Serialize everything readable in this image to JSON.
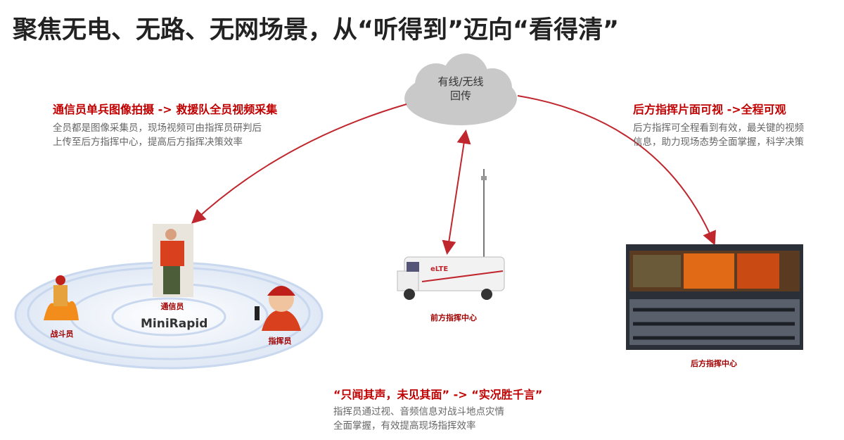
{
  "title": "聚焦无电、无路、无网场景，从“听得到”迈向“看得清”",
  "cloud": {
    "line1": "有线/无线",
    "line2": "回传"
  },
  "left_block": {
    "heading": "通信员单兵图像拍摄 -> 救援队全员视频采集",
    "desc": [
      "全员都是图像采集员，现场视频可由指挥员研判后",
      "上传至后方指挥中心，提高后方指挥决策效率"
    ]
  },
  "right_block": {
    "heading": "后方指挥片面可视 ->全程可观",
    "desc": [
      "后方指挥可全程看到有效，最关键的视频",
      "信息，助力现场态势全面掌握，科学决策"
    ]
  },
  "bottom_block": {
    "heading": "“只闻其声，未见其面” -> “实况胜千言”",
    "desc": [
      "指挥员通过视、音频信息对战斗地点灾情",
      "全面掌握，有效提高现场指挥效率"
    ]
  },
  "labels": {
    "communicator": "通信员",
    "fighter": "战斗员",
    "commander": "指挥员",
    "minirapid": "MiniRapid",
    "front_center": "前方指挥中心",
    "rear_center": "后方指挥中心",
    "truck_text": "eLTE"
  },
  "colors": {
    "accent": "#c00000",
    "arrow": "#c0262d"
  }
}
